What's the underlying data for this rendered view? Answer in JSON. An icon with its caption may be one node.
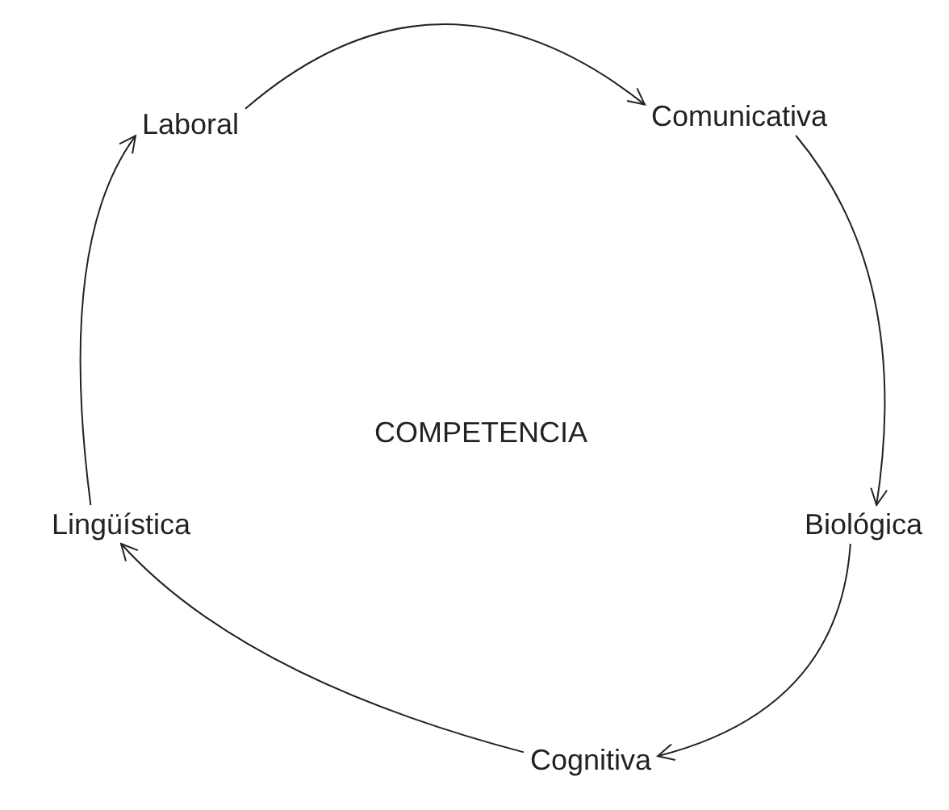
{
  "diagram": {
    "nodes": [
      {
        "text": [
          "Laboral"
        ]
      },
      {
        "text": [
          "Comunicativa"
        ]
      },
      {
        "text": [
          "Biológica"
        ]
      },
      {
        "text": [
          "Cognitiva"
        ]
      },
      {
        "text": [
          "Lingüística"
        ]
      }
    ],
    "edges": [
      {
        "from": 0,
        "to": 1,
        "arrow": "to"
      },
      {
        "from": 1,
        "to": 2,
        "arrow": "to"
      },
      {
        "from": 2,
        "to": 3,
        "arrow": "to"
      },
      {
        "from": 3,
        "to": 4,
        "arrow": "to"
      },
      {
        "from": 4,
        "to": 0,
        "arrow": "to"
      }
    ],
    "labels": [
      "COMPETENCIA"
    ]
  }
}
